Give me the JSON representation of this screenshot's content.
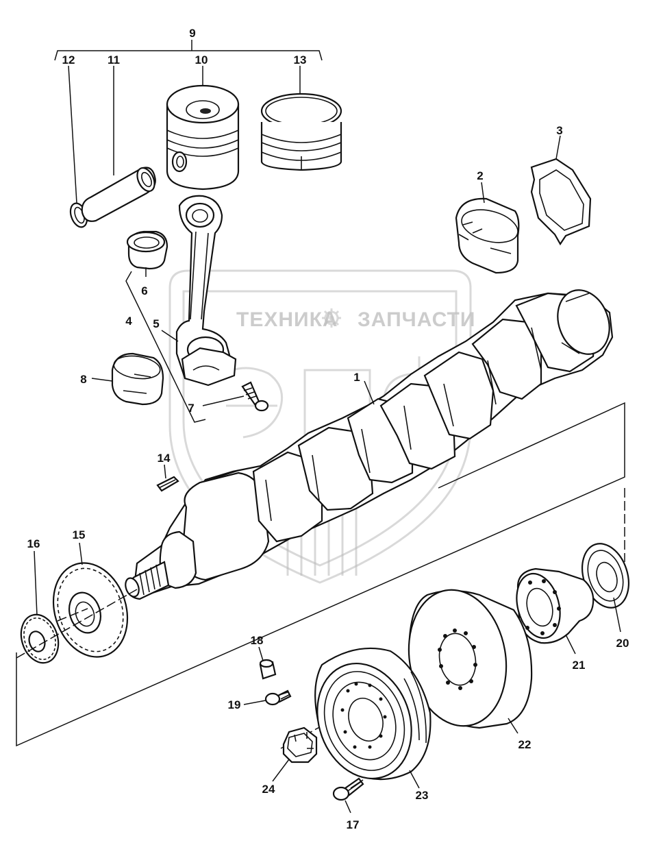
{
  "watermark": {
    "left_text": "ТЕХНИКА",
    "right_text": "ЗАПЧАСТИ",
    "center_icon": "gear-icon"
  },
  "callouts": [
    "1",
    "2",
    "3",
    "4",
    "5",
    "6",
    "7",
    "8",
    "9",
    "10",
    "11",
    "12",
    "13",
    "14",
    "15",
    "16",
    "17",
    "18",
    "19",
    "20",
    "21",
    "22",
    "23",
    "24"
  ],
  "colors": {
    "line": "#111111",
    "watermark": "#c4c4c4",
    "background": "#ffffff"
  }
}
